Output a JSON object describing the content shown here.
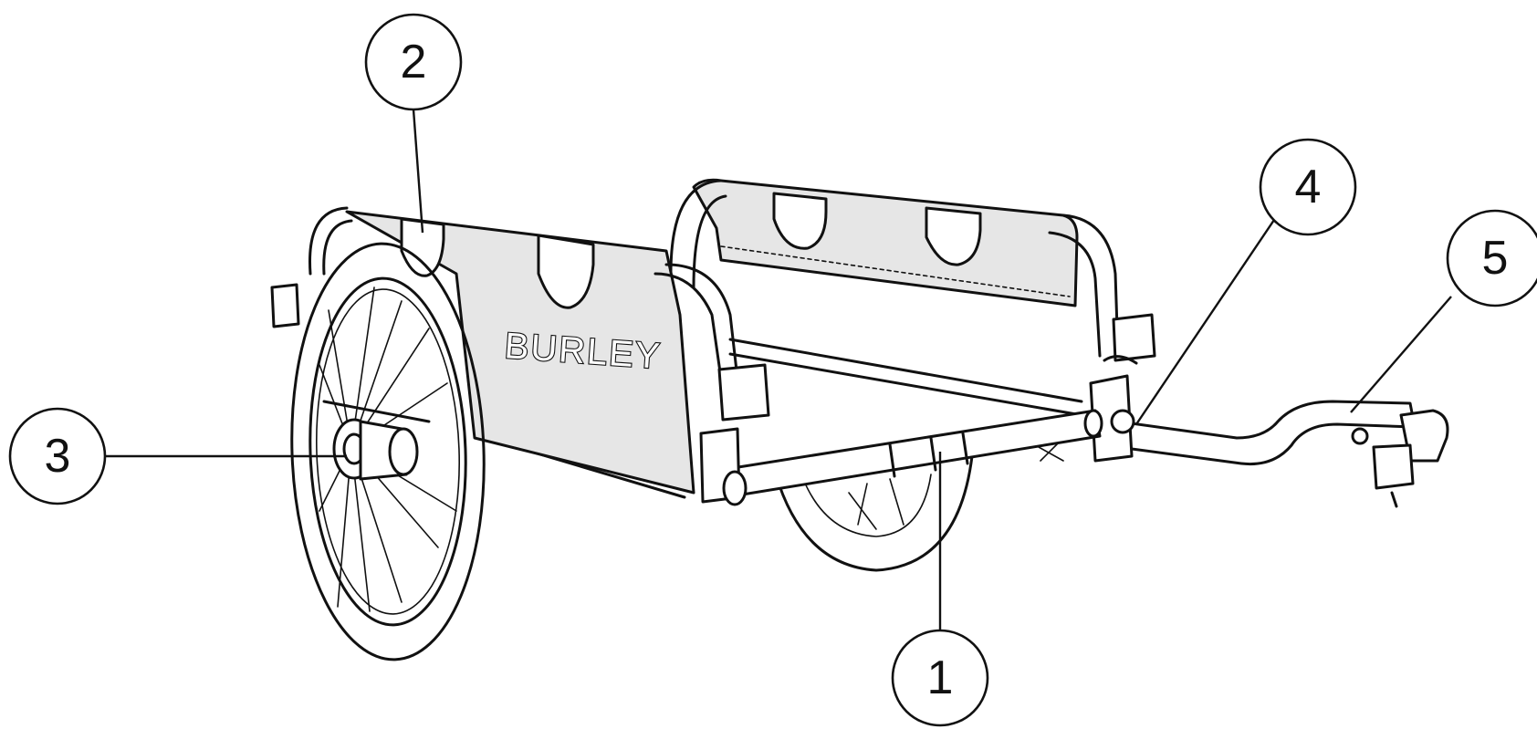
{
  "diagram": {
    "brand_text": "BURLEY",
    "callouts": [
      {
        "id": "1",
        "label": "1"
      },
      {
        "id": "2",
        "label": "2"
      },
      {
        "id": "3",
        "label": "3"
      },
      {
        "id": "4",
        "label": "4"
      },
      {
        "id": "5",
        "label": "5"
      }
    ]
  }
}
